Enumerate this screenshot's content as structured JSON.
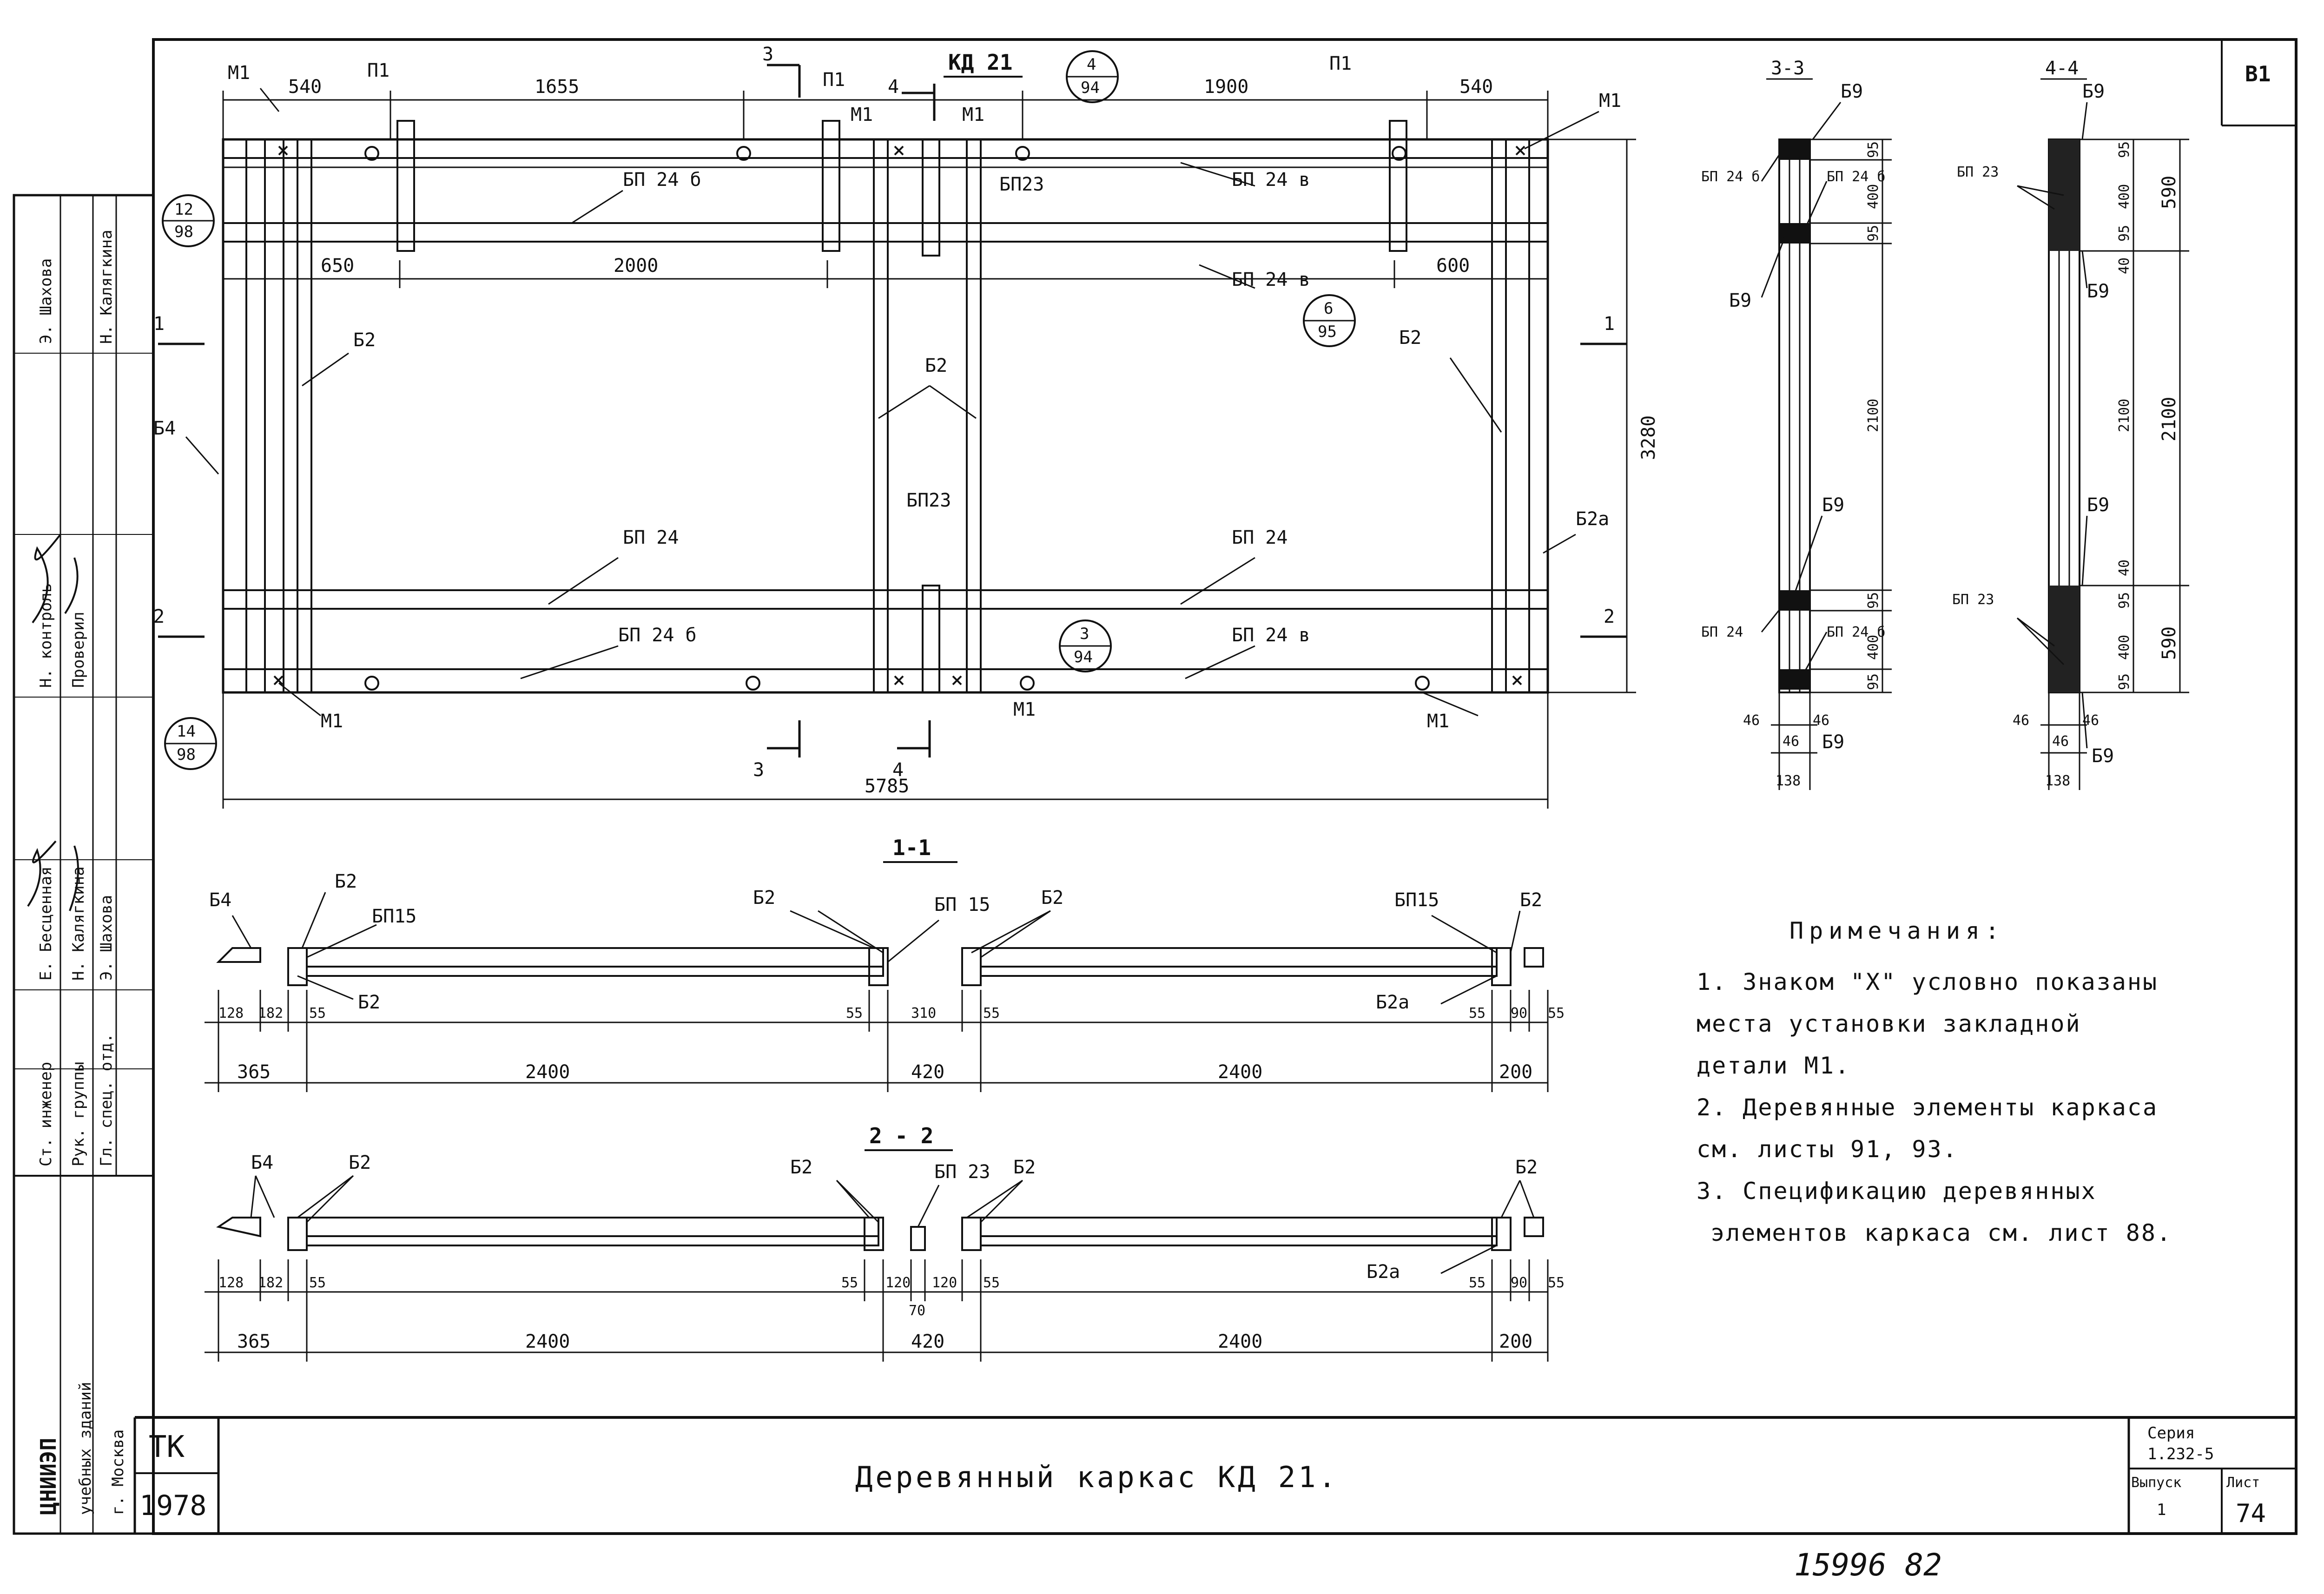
{
  "sheet": {
    "frame_code": "В1",
    "handwritten_number": "15996 82",
    "title": "Деревянный каркас КД 21.",
    "tk": "ТК",
    "year": "1978",
    "series_label": "Серия",
    "series_value": "1.232-5",
    "issue_label": "Выпуск",
    "issue_value": "1",
    "sheet_label": "Лист",
    "sheet_value": "74"
  },
  "stamp": {
    "org_lines": [
      "ЦНИИЭП",
      "учебных зданий",
      "г. Москва"
    ],
    "rows": [
      {
        "role": "Ст. инженер",
        "name": "Е. Бесценная"
      },
      {
        "role": "Рук. группы",
        "name": "Н. Калягкина"
      },
      {
        "role": "Гл. спец. отд.",
        "name": "Э. Шахова"
      },
      {
        "role": "Проверил",
        "name": "Н. Калягкина"
      },
      {
        "role": "Н. контроль",
        "name": "Э. Шахова"
      }
    ]
  },
  "plan": {
    "mark": "КД 21",
    "top_dims": [
      "540",
      "1655",
      "1900",
      "540"
    ],
    "mid_dims": [
      "650",
      "2000",
      "600"
    ],
    "overall_width": "5785",
    "overall_height": "3280",
    "labels": {
      "m1": "М1",
      "p1": "П1",
      "b2": "Б2",
      "b2a": "Б2а",
      "b4": "Б4",
      "bp24": "БП 24",
      "bp24b": "БП 24 б",
      "bp24v": "БП 24 в",
      "bp23": "БП23"
    },
    "callouts": [
      {
        "top": "12",
        "bottom": "98"
      },
      {
        "top": "4",
        "bottom": "94"
      },
      {
        "top": "6",
        "bottom": "95"
      },
      {
        "top": "3",
        "bottom": "94"
      },
      {
        "top": "14",
        "bottom": "98"
      }
    ],
    "section_marks": [
      "3",
      "4",
      "1",
      "2"
    ]
  },
  "section_33": {
    "title": "3-3",
    "labels": [
      "Б9",
      "БП 24 б",
      "БП 24 б",
      "Б9",
      "Б9",
      "БП 24",
      "БП 24 б",
      "Б9"
    ],
    "right_dims": [
      "95",
      "400",
      "95",
      "2100",
      "95",
      "400",
      "95"
    ],
    "bottom_dims": [
      "46",
      "46",
      "46",
      "138"
    ]
  },
  "section_44": {
    "title": "4-4",
    "labels": [
      "Б9",
      "БП 23",
      "Б9",
      "Б9",
      "БП 23",
      "Б9"
    ],
    "right_dims": [
      "95",
      "400",
      "95",
      "40",
      "2100",
      "40",
      "95",
      "400",
      "95"
    ],
    "outer_dims": [
      "590",
      "2100",
      "590"
    ],
    "bottom_dims": [
      "46",
      "46",
      "46",
      "138"
    ]
  },
  "section_11": {
    "title": "1-1",
    "labels": [
      "Б4",
      "Б2",
      "БП15",
      "Б2",
      "Б2",
      "БП 15",
      "Б2",
      "БП15",
      "Б2",
      "Б2а"
    ],
    "small_dims": [
      "128",
      "182",
      "55",
      "55",
      "310",
      "55",
      "55",
      "90",
      "55"
    ],
    "big_dims": [
      "365",
      "2400",
      "420",
      "2400",
      "200"
    ]
  },
  "section_22": {
    "title": "2 - 2",
    "labels": [
      "Б4",
      "Б2",
      "Б2",
      "БП 23",
      "Б2",
      "Б2",
      "Б2а"
    ],
    "small_dims": [
      "128",
      "182",
      "55",
      "55",
      "120",
      "120",
      "70",
      "55",
      "55",
      "90",
      "55"
    ],
    "big_dims": [
      "365",
      "2400",
      "420",
      "2400",
      "200"
    ]
  },
  "notes": {
    "heading": "Примечания:",
    "lines": [
      "1. Знаком \"Х\" условно показаны",
      "места установки закладной",
      "детали М1.",
      "2. Деревянные элементы каркаса",
      "см. листы 91, 93.",
      "3. Спецификацию деревянных",
      "элементов каркаса см. лист 88."
    ]
  }
}
